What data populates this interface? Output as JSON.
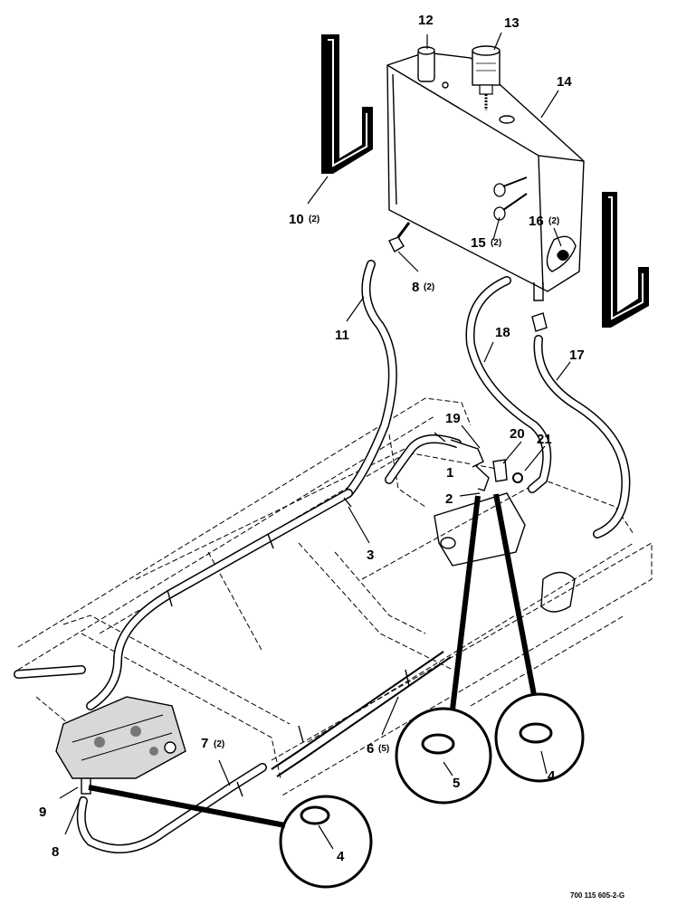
{
  "callouts": [
    {
      "id": "c1",
      "label": "1",
      "qty": ""
    },
    {
      "id": "c2",
      "label": "2",
      "qty": ""
    },
    {
      "id": "c3",
      "label": "3",
      "qty": ""
    },
    {
      "id": "c4a",
      "label": "4",
      "qty": ""
    },
    {
      "id": "c4b",
      "label": "4",
      "qty": ""
    },
    {
      "id": "c5",
      "label": "5",
      "qty": ""
    },
    {
      "id": "c6",
      "label": "6",
      "qty": "(5)"
    },
    {
      "id": "c7",
      "label": "7",
      "qty": "(2)"
    },
    {
      "id": "c8a",
      "label": "8",
      "qty": "(2)"
    },
    {
      "id": "c8b",
      "label": "8",
      "qty": ""
    },
    {
      "id": "c9",
      "label": "9",
      "qty": ""
    },
    {
      "id": "c10",
      "label": "10",
      "qty": "(2)"
    },
    {
      "id": "c11",
      "label": "11",
      "qty": ""
    },
    {
      "id": "c12",
      "label": "12",
      "qty": ""
    },
    {
      "id": "c13",
      "label": "13",
      "qty": ""
    },
    {
      "id": "c14",
      "label": "14",
      "qty": ""
    },
    {
      "id": "c15",
      "label": "15",
      "qty": "(2)"
    },
    {
      "id": "c16",
      "label": "16",
      "qty": "(2)"
    },
    {
      "id": "c17",
      "label": "17",
      "qty": ""
    },
    {
      "id": "c18",
      "label": "18",
      "qty": ""
    },
    {
      "id": "c19",
      "label": "19",
      "qty": ""
    },
    {
      "id": "c20",
      "label": "20",
      "qty": ""
    },
    {
      "id": "c21",
      "label": "21",
      "qty": ""
    }
  ],
  "document_id": "700 115 605-2-G"
}
